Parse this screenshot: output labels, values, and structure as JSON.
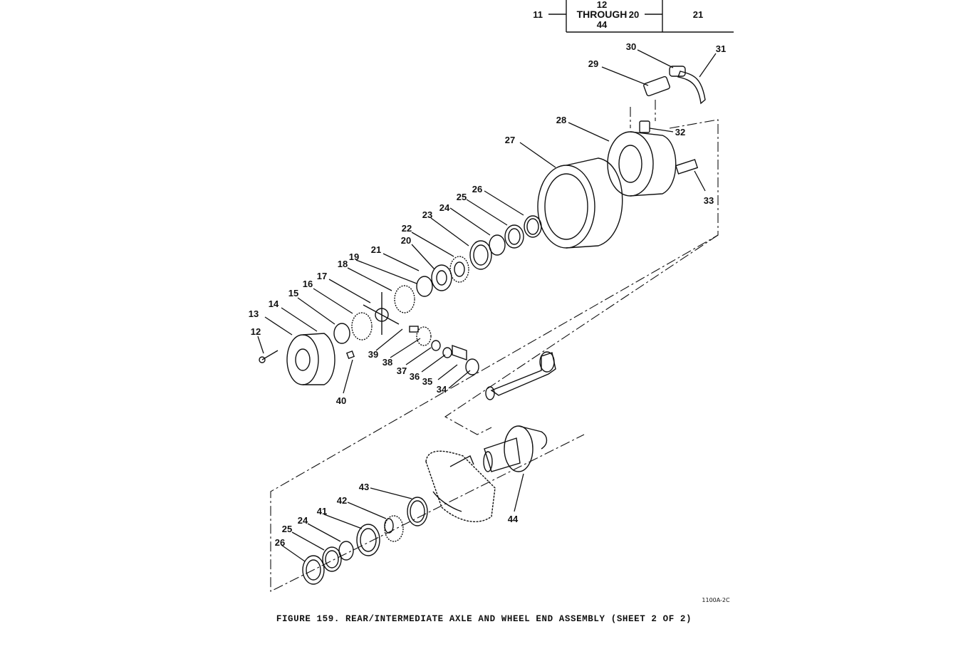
{
  "header_blocks": {
    "left_ref": "11",
    "block1_top": "12",
    "block1_mid": "THROUGH",
    "block1_bot": "44",
    "mid_ref": "20",
    "block2": "21"
  },
  "callouts": [
    "12",
    "13",
    "14",
    "15",
    "16",
    "17",
    "18",
    "19",
    "20",
    "21",
    "22",
    "23",
    "24",
    "25",
    "26",
    "27",
    "28",
    "29",
    "30",
    "31",
    "32",
    "33",
    "34",
    "35",
    "36",
    "37",
    "38",
    "39",
    "40",
    "41",
    "42",
    "43",
    "44",
    "24",
    "25",
    "26"
  ],
  "drawing_code": "1100A-2C",
  "caption": "FIGURE 159. REAR/INTERMEDIATE AXLE AND WHEEL END ASSEMBLY (SHEET 2 OF 2)"
}
